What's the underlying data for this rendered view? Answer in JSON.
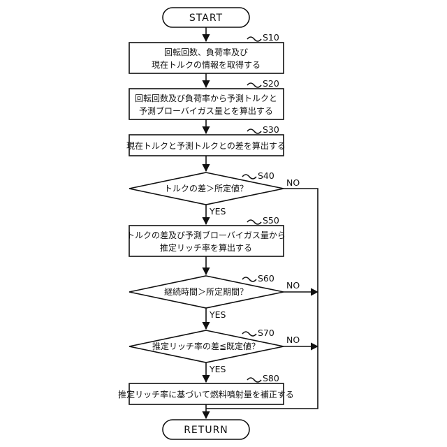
{
  "start": "START",
  "end": "RETURN",
  "steps": {
    "s10": {
      "id": "S10",
      "line1": "回転回数、負荷率及び",
      "line2": "現在トルクの情報を取得する"
    },
    "s20": {
      "id": "S20",
      "line1": "回転回数及び負荷率から予測トルクと",
      "line2": "予測ブローバイガス量とを算出する"
    },
    "s30": {
      "id": "S30",
      "line1": "現在トルクと予測トルクとの差を算出する"
    },
    "s40": {
      "id": "S40",
      "text": "トルクの差＞所定値？",
      "no": "NO",
      "yes": "YES"
    },
    "s50": {
      "id": "S50",
      "line1": "トルクの差及び予測ブローバイガス量から",
      "line2": "推定リッチ率を算出する"
    },
    "s60": {
      "id": "S60",
      "text": "継続時間＞所定期間？",
      "no": "NO",
      "yes": "YES"
    },
    "s70": {
      "id": "S70",
      "text": "推定リッチ率の差≦既定値？",
      "no": "NO",
      "yes": "YES"
    },
    "s80": {
      "id": "S80",
      "line1": "推定リッチ率に基づいて燃料噴射量を補正する"
    }
  },
  "colors": {
    "stroke": "#111111",
    "background": "#ffffff"
  }
}
